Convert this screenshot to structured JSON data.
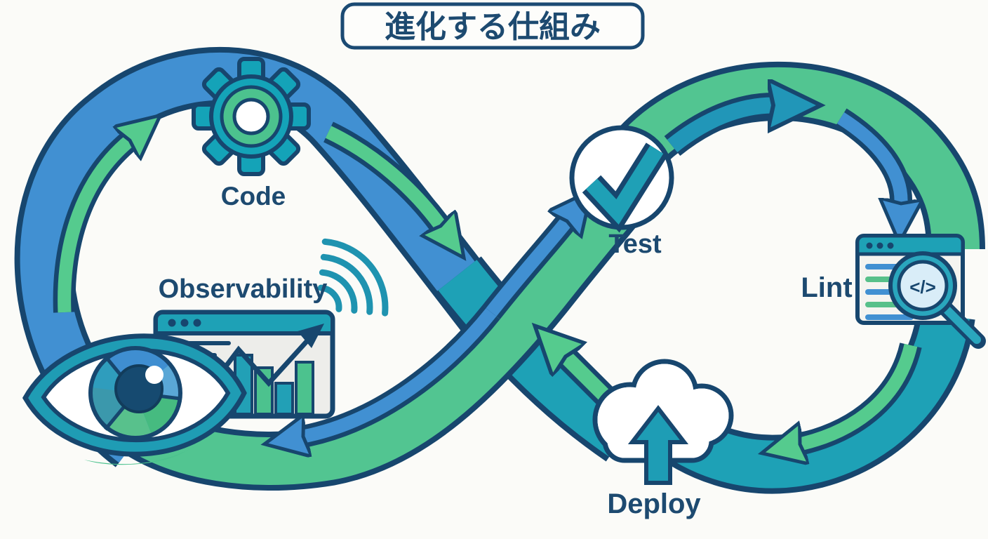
{
  "diagram": {
    "title": "進化する仕組み",
    "type": "devops-infinity-loop"
  },
  "nodes": [
    {
      "id": "code",
      "label": "Code",
      "icon": "gear-icon"
    },
    {
      "id": "observability",
      "label": "Observability",
      "icon": "eye-icon"
    },
    {
      "id": "test",
      "label": "Test",
      "icon": "checkmark-circle-icon"
    },
    {
      "id": "lint",
      "label": "Lint",
      "icon": "code-search-window-icon"
    },
    {
      "id": "deploy",
      "label": "Deploy",
      "icon": "cloud-upload-icon"
    }
  ],
  "lint_code_symbol": "</>",
  "icons": [
    "gear-icon",
    "eye-icon",
    "monitoring-window-icon",
    "bar-chart-icon",
    "trend-arrow-icon",
    "wifi-signal-icon",
    "checkmark-circle-icon",
    "code-search-window-icon",
    "magnifier-icon",
    "cloud-upload-icon",
    "upload-arrow-icon"
  ],
  "colors": {
    "outline_navy": "#17466e",
    "label_navy": "#1d4a70",
    "band_blue": "#4190d2",
    "band_green": "#52c591",
    "band_teal": "#1ea1b6",
    "arrow_green": "#55cb8e",
    "arrow_blue": "#4190d2",
    "arrow_teal": "#2196b8",
    "window_gray": "#ededea",
    "lens_blue": "#d9edf8",
    "background": "#fbfbf8"
  }
}
